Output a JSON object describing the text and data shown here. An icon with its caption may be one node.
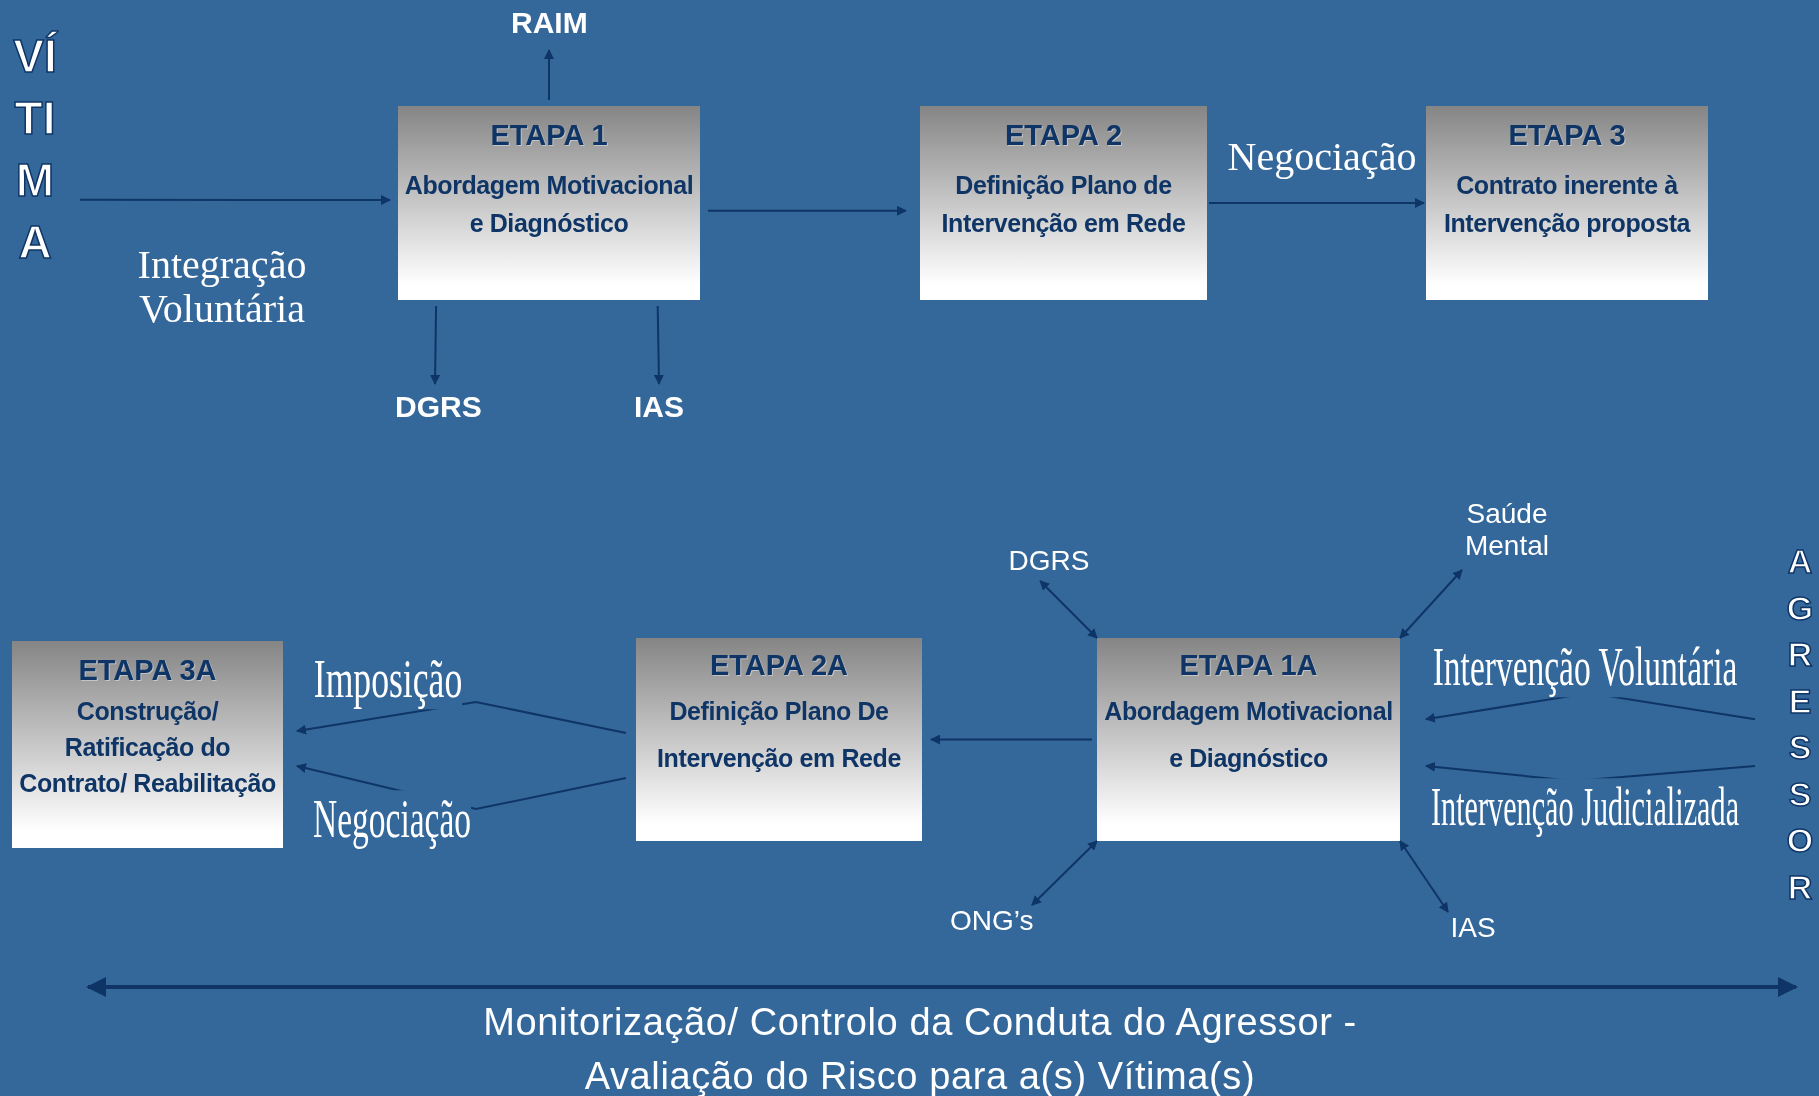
{
  "diagram": {
    "caption": "Monitorização/ Controlo da Conduta do Agressor - Avaliação do Risco para a(s) Vítima(s)",
    "nodes": [
      {
        "text": [
          "VÍTIMA"
        ]
      },
      {
        "text": [
          "ETAPA 1",
          "Abordagem Motivacional e Diagnóstico"
        ]
      },
      {
        "text": [
          "RAIM"
        ]
      },
      {
        "text": [
          "DGRS"
        ]
      },
      {
        "text": [
          "IAS"
        ]
      },
      {
        "text": [
          "ETAPA 2",
          "Definição Plano de Intervenção em Rede"
        ]
      },
      {
        "text": [
          "ETAPA 3",
          "Contrato inerente à Intervenção proposta"
        ]
      },
      {
        "text": [
          "ETAPA 3A",
          "Construção/ Ratificação do Contrato/ Reabilitação"
        ]
      },
      {
        "text": [
          "ETAPA 2A",
          "Definição Plano De Intervenção em Rede"
        ]
      },
      {
        "text": [
          "DGRS"
        ]
      },
      {
        "text": [
          "Saúde Mental"
        ]
      },
      {
        "text": [
          "ETAPA 1A",
          "Abordagem Motivacional e Diagnóstico"
        ]
      },
      {
        "text": [
          "ONG’s"
        ]
      },
      {
        "text": [
          "IAS"
        ]
      },
      {
        "text": [
          "AGRESSOR"
        ]
      }
    ],
    "edges": [
      {
        "from": 0,
        "to": 1,
        "arrow": "to",
        "label": "Integração Voluntária"
      },
      {
        "from": 1,
        "to": 2,
        "arrow": "to"
      },
      {
        "from": 1,
        "to": 3,
        "arrow": "to"
      },
      {
        "from": 1,
        "to": 4,
        "arrow": "to"
      },
      {
        "from": 1,
        "to": 5,
        "arrow": "to"
      },
      {
        "from": 5,
        "to": 6,
        "arrow": "to",
        "label": "Negociação"
      },
      {
        "from": 14,
        "to": 11,
        "arrow": "to",
        "label": "Intervenção Voluntária"
      },
      {
        "from": 14,
        "to": 11,
        "arrow": "to",
        "label": "Intervenção Judicializada"
      },
      {
        "from": 11,
        "to": 8,
        "arrow": "to"
      },
      {
        "from": 8,
        "to": 7,
        "arrow": "to",
        "label": "Imposição"
      },
      {
        "from": 8,
        "to": 7,
        "arrow": "to",
        "label": "Negociação"
      },
      {
        "from": 11,
        "to": 9,
        "arrow": "both"
      },
      {
        "from": 11,
        "to": 10,
        "arrow": "both"
      },
      {
        "from": 11,
        "to": 12,
        "arrow": "both"
      },
      {
        "from": 11,
        "to": 13,
        "arrow": "both"
      }
    ]
  }
}
